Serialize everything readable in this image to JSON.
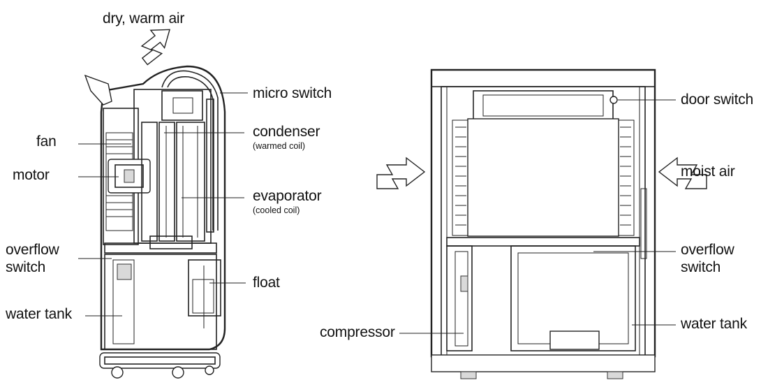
{
  "labels": {
    "dry_warm_air": "dry, warm air",
    "micro_switch": "micro switch",
    "fan": "fan",
    "condenser": "condenser",
    "condenser_note": "(warmed coil)",
    "motor": "motor",
    "evaporator": "evaporator",
    "evaporator_note": "(cooled coil)",
    "overflow_switch_left_1": "overflow",
    "overflow_switch_left_2": "switch",
    "float": "float",
    "water_tank_left": "water tank",
    "door_switch": "door switch",
    "moist_air": "moist air",
    "overflow_switch_right_1": "overflow",
    "overflow_switch_right_2": "switch",
    "compressor": "compressor",
    "water_tank_right": "water tank"
  },
  "icons": {
    "airflow_arrow": "hollow-zigzag-arrow-icon"
  }
}
